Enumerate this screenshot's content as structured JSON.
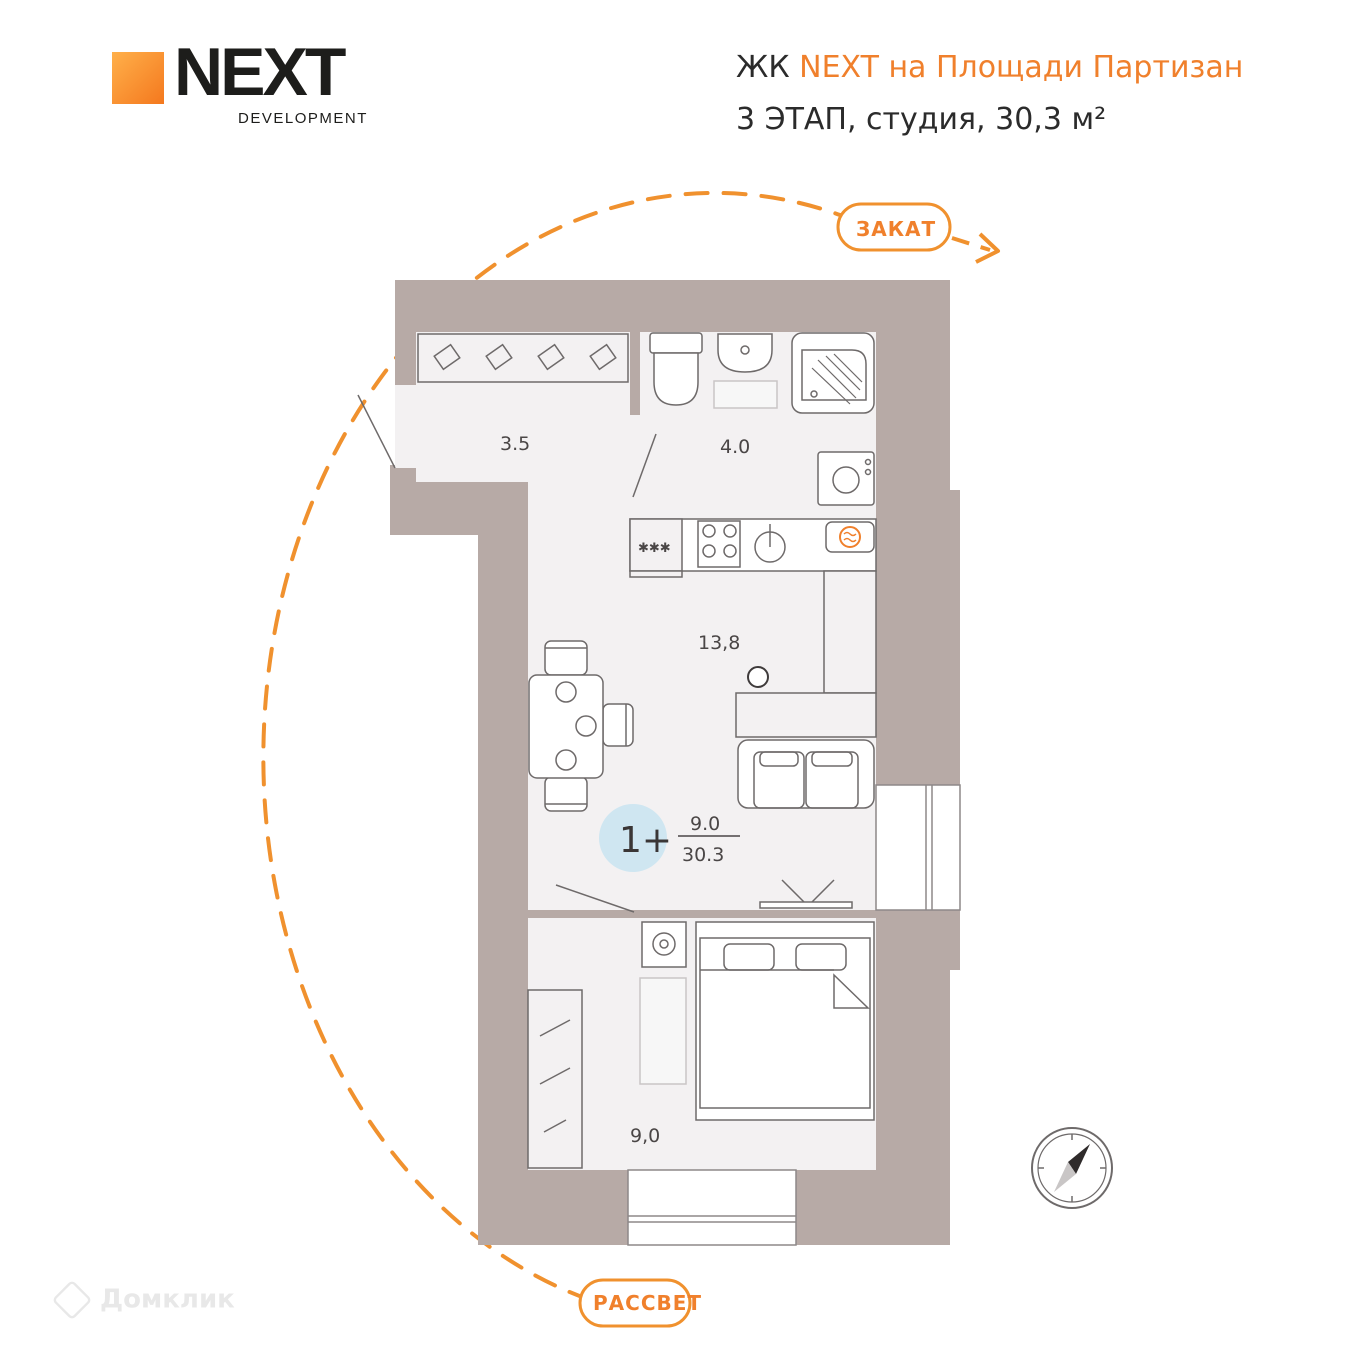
{
  "brand": {
    "logo_word": "NEXT",
    "logo_sub": "DEVELOPMENT",
    "accent_color": "#f0802c",
    "wall_color": "#b7aaa6"
  },
  "header": {
    "title_prefix": "ЖК ",
    "title_accent": "NEXT на Площади Партизан",
    "subtitle": "3 ЭТАП, студия, 30,3 м²"
  },
  "sun_path": {
    "sunset_label": "ЗАКАТ",
    "sunrise_label": "РАССВЕТ"
  },
  "rooms": {
    "hall_area": "3.5",
    "bathroom_area": "4.0",
    "kitchen_living_area": "13,8",
    "bedroom_area": "9,0"
  },
  "summary": {
    "rooms_badge": "1+",
    "living_area": "9.0",
    "total_area": "30.3"
  },
  "kitchen": {
    "cooktop_label": "✱✱✱"
  },
  "compass": {
    "icon": "compass-icon"
  },
  "watermark": {
    "text": "Домклик"
  }
}
